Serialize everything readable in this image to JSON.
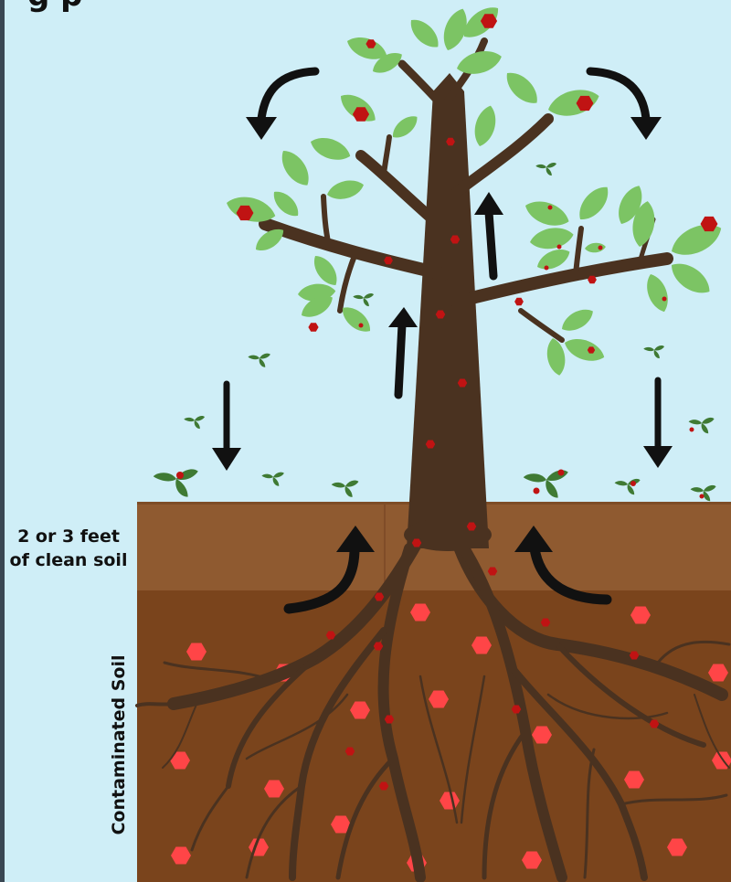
{
  "title_fragment": "g p",
  "labels": {
    "clean_soil_line1": "2 or 3 feet",
    "clean_soil_line2": "of clean soil",
    "contaminated_soil": "Contaminated Soil"
  },
  "colors": {
    "sky": "#cfeef7",
    "clean_soil": "#8f5a30",
    "contaminated_soil": "#7a441c",
    "trunk": "#4a3220",
    "leaf": "#7cc464",
    "dark_leaf": "#3f7a34",
    "contaminant_hex": "#ff4547",
    "contaminant_dot": "#c01313",
    "arrow": "#111111"
  }
}
